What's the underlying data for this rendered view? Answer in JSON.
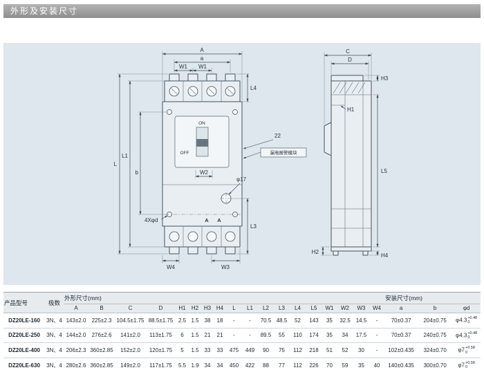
{
  "page": {
    "title": "外形及安装尺寸"
  },
  "colors": {
    "panel_background": "#dde7ed",
    "header_bar": "#9e9e9e",
    "table_header_background": "#e7ebee"
  },
  "drawing": {
    "front": {
      "A": "A",
      "a": "a",
      "W1_left": "W1",
      "W1_right": "W1",
      "L4": "L4",
      "L": "L",
      "L1": "L1",
      "b": "b",
      "W2": "W2",
      "L3": "L3",
      "note_22": "22",
      "alarm_module": "漏电报警模块",
      "phi17": "φ17",
      "holes": "4Xφd",
      "W4": "W4",
      "W3": "W3",
      "on": "ON",
      "off": "OFF",
      "section_left": "A",
      "section_right": "A"
    },
    "side": {
      "C": "C",
      "D": "D",
      "H3": "H3",
      "H1": "H1",
      "L5": "L5",
      "H2": "H2",
      "H4": "H4"
    }
  },
  "table": {
    "header": {
      "product_model": "产品型号",
      "poles": "极数",
      "outline_group": "外形尺寸(mm)",
      "install_group": "安装尺寸(mm)"
    },
    "columns": [
      "A",
      "B",
      "C",
      "D",
      "H1",
      "H2",
      "H3",
      "H4",
      "L",
      "L1",
      "L2",
      "L3",
      "L4",
      "L5",
      "W1",
      "W2",
      "W3",
      "W4",
      "a",
      "b",
      "φd"
    ],
    "rows": [
      {
        "model": "DZ20LE-160",
        "poles": "3N、4",
        "dims": [
          "143±2.0",
          "225±2.3",
          "104.5±1.75",
          "88.5±1.75",
          "2.5",
          "1.5",
          "38",
          "18",
          "-",
          "-",
          "70.5",
          "48.5",
          "52",
          "143",
          "35",
          "32.5",
          "14.5",
          "-",
          "70±0.37",
          "204±0.75"
        ],
        "phi_d": {
          "base": "φ4.3",
          "upper": "+0.48",
          "lower": "0"
        }
      },
      {
        "model": "DZ20LE-250",
        "poles": "3N、4",
        "dims": [
          "144±2.0",
          "276±2.6",
          "141±2.0",
          "113±1.75",
          "6",
          "1.5",
          "21",
          "21",
          "-",
          "-",
          "89.5",
          "55",
          "110",
          "174",
          "35",
          "34",
          "17.5",
          "-",
          "70±0.37",
          "240±0.75"
        ],
        "phi_d": {
          "base": "φ4.3",
          "upper": "+0.48",
          "lower": "0"
        }
      },
      {
        "model": "DZ20LE-400",
        "poles": "3N、4",
        "dims": [
          "206±2.3",
          "360±2.85",
          "152±2.0",
          "120±1.75",
          "5",
          "1.5",
          "33",
          "33",
          "475",
          "449",
          "90",
          "75",
          "112",
          "218",
          "51",
          "52",
          "30",
          "-",
          "102±0.435",
          "324±0.70"
        ],
        "phi_d": {
          "base": "φ7",
          "upper": "+0.58",
          "lower": "0"
        }
      },
      {
        "model": "DZ20LE-630",
        "poles": "3N、4",
        "dims": [
          "280±2.6",
          "360±2.85",
          "149±2.0",
          "117±1.75",
          "5.5",
          "1.9",
          "34",
          "34",
          "450",
          "422",
          "88",
          "77",
          "112",
          "226",
          "70",
          "59",
          "35",
          "40",
          "140±0.435",
          "300±0.70"
        ],
        "phi_d": {
          "base": "φ7",
          "upper": "+0.58",
          "lower": "0"
        }
      }
    ]
  }
}
